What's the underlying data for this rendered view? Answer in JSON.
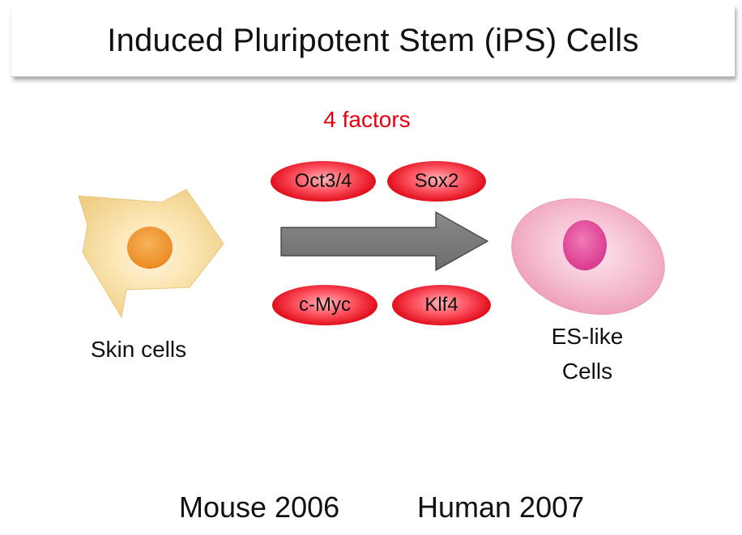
{
  "title": "Induced Pluripotent Stem (iPS) Cells",
  "factors_heading": "4 factors",
  "factors": [
    "Oct3/4",
    "Sox2",
    "c-Myc",
    "Klf4"
  ],
  "source_cell_label": "Skin cells",
  "target_cell_label_line1": "ES-like",
  "target_cell_label_line2": "Cells",
  "years": {
    "mouse": "Mouse 2006",
    "human": "Human 2007"
  },
  "colors": {
    "factor_red": "#e3101f",
    "heading_red": "#e8000f",
    "skin_cell": "#f4d895",
    "skin_nucleus": "#f0922c",
    "es_cell": "#f0a8c0",
    "es_nucleus": "#e0489a",
    "arrow": "#7a7a7a"
  }
}
